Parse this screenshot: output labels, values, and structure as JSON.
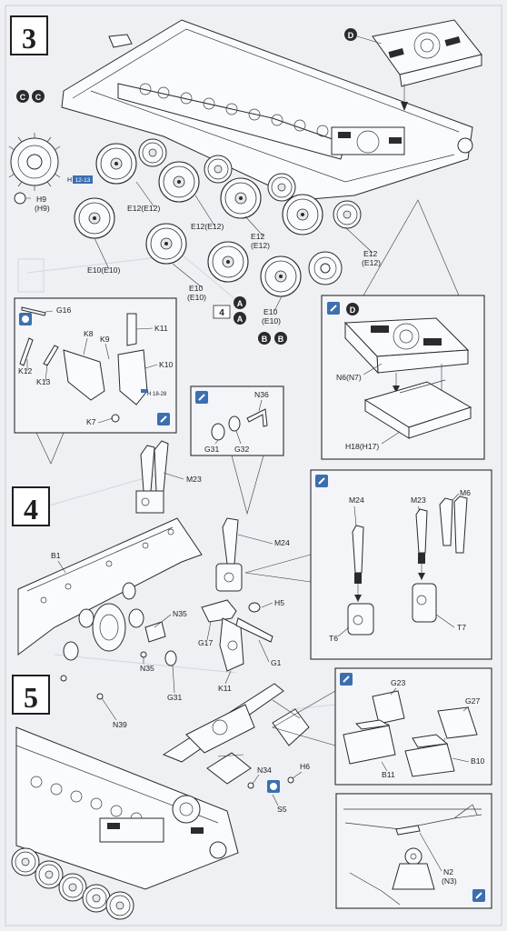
{
  "steps": [
    {
      "number": "3"
    },
    {
      "number": "4"
    },
    {
      "number": "5"
    }
  ],
  "markers": {
    "C": "C",
    "D": "D",
    "A": "A",
    "B": "B",
    "ref_4": "4"
  },
  "parts": {
    "step3": {
      "H9": "H9",
      "H9b": "(H9)",
      "E12a": "E12(E12)",
      "E12b": "E12(E12)",
      "E12c": "E12",
      "E12c2": "(E12)",
      "E12d": "E12",
      "E12d2": "(E12)",
      "E10a": "E10(E10)",
      "E10b": "E10",
      "E10b2": "(E10)",
      "E10c": "E10",
      "E10c2": "(E10)",
      "H12_ref": "H",
      "H12_num": "12-13",
      "G16": "G16",
      "K8": "K8",
      "K9": "K9",
      "K11": "K11",
      "K10": "K10",
      "K12": "K12",
      "K13": "K13",
      "K7": "K7",
      "H18_ref": "H",
      "H18_num": "18-28",
      "N6": "N6(N7)",
      "H18": "H18(H17)"
    },
    "step4": {
      "N36": "N36",
      "G31": "G31",
      "G32": "G32",
      "M23a": "M23",
      "M24a": "M24",
      "B1": "B1",
      "N35a": "N35",
      "N35b": "N35",
      "G17": "G17",
      "H5": "H5",
      "G1": "G1",
      "G31b": "G31",
      "K11": "K11",
      "N39": "N39",
      "M24b": "M24",
      "M23b": "M23",
      "M6": "M6",
      "T6": "T6",
      "T7": "T7"
    },
    "step5": {
      "G23": "G23",
      "G27": "G27",
      "B11": "B11",
      "B10": "B10",
      "N34": "N34",
      "H6": "H6",
      "S5": "S5",
      "N2": "N2",
      "N3": "(N3)"
    }
  }
}
